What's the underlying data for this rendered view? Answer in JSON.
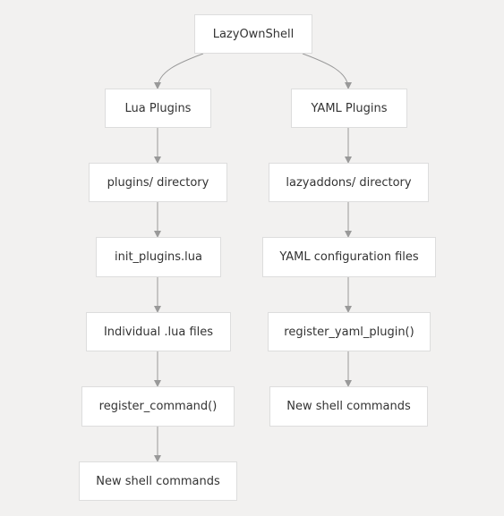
{
  "diagram": {
    "colors": {
      "background": "#f2f1f0",
      "node_fill": "#ffffff",
      "node_border": "#dddddd",
      "edge": "#999999",
      "text": "#333333"
    },
    "root": {
      "label": "LazyOwnShell"
    },
    "lua_branch": {
      "title": "Lua Plugins",
      "steps": [
        "plugins/ directory",
        "init_plugins.lua",
        "Individual .lua files",
        "register_command()",
        "New shell commands"
      ]
    },
    "yaml_branch": {
      "title": "YAML Plugins",
      "steps": [
        "lazyaddons/ directory",
        "YAML configuration files",
        "register_yaml_plugin()",
        "New shell commands"
      ]
    }
  }
}
